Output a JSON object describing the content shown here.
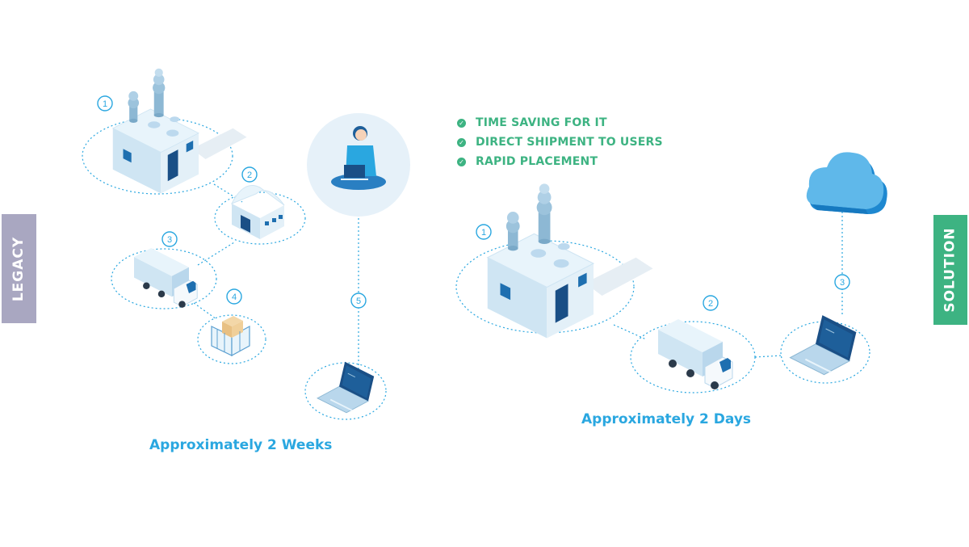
{
  "tabs": {
    "legacy": "LEGACY",
    "solution": "SOLUTION"
  },
  "benefits": [
    "TIME SAVING FOR IT",
    "DIRECT SHIPMENT TO USERS",
    "RAPID PLACEMENT"
  ],
  "legacy": {
    "duration": "Approximately 2 Weeks",
    "steps": [
      "1",
      "2",
      "3",
      "4",
      "5"
    ]
  },
  "solution": {
    "duration": "Approximately 2 Days",
    "steps": [
      "1",
      "2",
      "3"
    ]
  },
  "icons": [
    "factory-icon",
    "warehouse-icon",
    "truck-icon",
    "pallet-cage-icon",
    "technician-icon",
    "laptop-icon",
    "cloud-icon"
  ],
  "colors": {
    "legacy_tab": "#a9a7c1",
    "solution_tab": "#3db382",
    "accent_blue": "#2aa7e0",
    "benefit_green": "#3db382"
  }
}
